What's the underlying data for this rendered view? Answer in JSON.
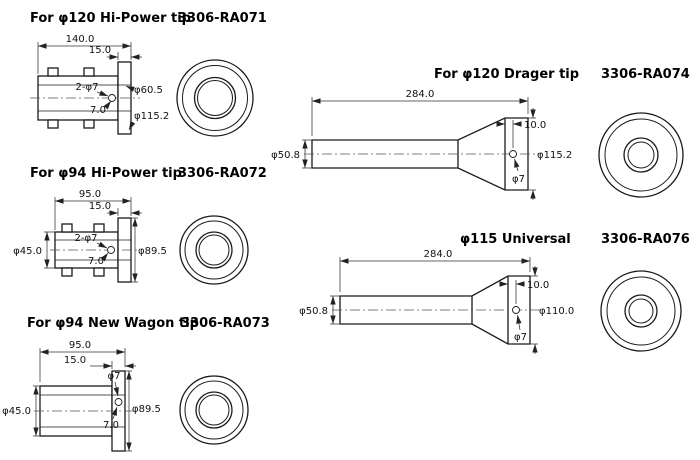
{
  "page": {
    "background": "#ffffff",
    "line_color": "#1a1a1a",
    "dim_color": "#333333"
  },
  "sections": [
    {
      "title": "For φ120 Hi-Power tip",
      "part_no": "3306-RA071",
      "dims": {
        "overall_length": "140.0",
        "flange_thickness": "15.0",
        "lug_holes": "2-φ7",
        "hole_offset": "7.0",
        "bore_dia": "φ60.5",
        "flange_dia": "φ115.2"
      }
    },
    {
      "title": "For φ94 Hi-Power tip",
      "part_no": "3306-RA072",
      "dims": {
        "overall_length": "95.0",
        "flange_thickness": "15.0",
        "tube_dia": "φ45.0",
        "lug_holes": "2-φ7",
        "hole_offset": "7.0",
        "flange_dia": "φ89.5"
      }
    },
    {
      "title": "For φ94 New Wagon tip",
      "part_no": "3306-RA073",
      "dims": {
        "overall_length": "95.0",
        "flange_thickness": "15.0",
        "tube_dia": "φ45.0",
        "hole_dia": "φ7",
        "hole_offset": "7.0",
        "flange_dia": "φ89.5"
      }
    },
    {
      "title": "For φ120 Drager tip",
      "part_no": "3306-RA074",
      "dims": {
        "overall_length": "284.0",
        "end_offset": "10.0",
        "tube_dia": "φ50.8",
        "flange_dia": "φ115.2",
        "hole_dia": "φ7"
      }
    },
    {
      "title": "φ115 Universal",
      "part_no": "3306-RA076",
      "dims": {
        "overall_length": "284.0",
        "end_offset": "10.0",
        "tube_dia": "φ50.8",
        "flange_dia": "φ110.0",
        "hole_dia": "φ7"
      }
    }
  ]
}
